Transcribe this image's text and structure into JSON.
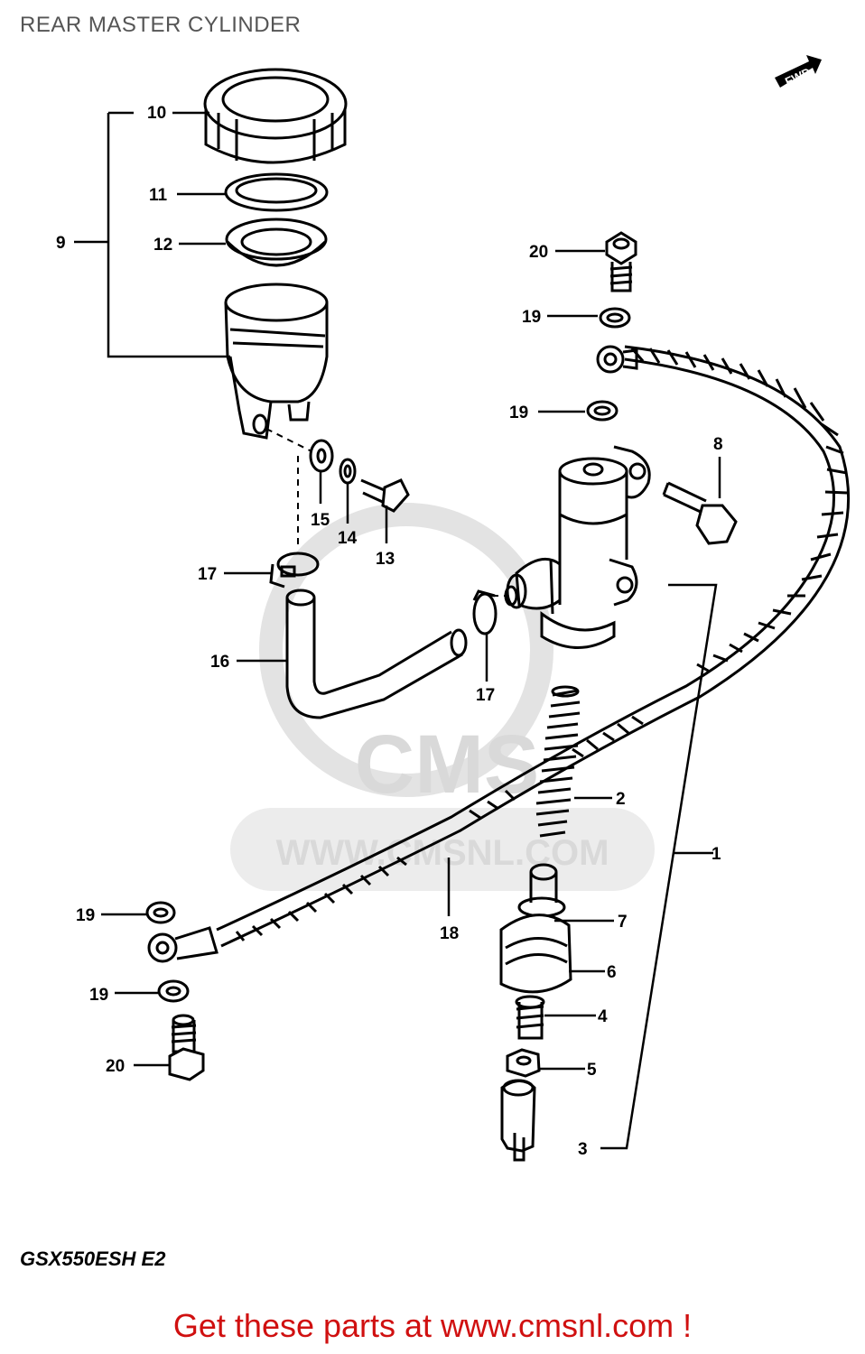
{
  "title": "REAR MASTER CYLINDER",
  "model_code": "GSX550ESH E2",
  "footer": "Get these parts at www.cmsnl.com !",
  "watermark": {
    "brand": "CMS",
    "url": "WWW.CMSNL.COM"
  },
  "direction_badge": "FWD",
  "callouts": {
    "c1": "1",
    "c2": "2",
    "c3": "3",
    "c4": "4",
    "c5": "5",
    "c6": "6",
    "c7": "7",
    "c8": "8",
    "c9": "9",
    "c10": "10",
    "c11": "11",
    "c12": "12",
    "c13": "13",
    "c14": "14",
    "c15": "15",
    "c16": "16",
    "c17a": "17",
    "c17b": "17",
    "c18": "18",
    "c19a": "19",
    "c19b": "19",
    "c19c": "19",
    "c19d": "19",
    "c20a": "20",
    "c20b": "20"
  },
  "colors": {
    "title": "#555555",
    "footer": "#d01010",
    "watermark": "#d9d9d9",
    "ink": "#000000"
  }
}
